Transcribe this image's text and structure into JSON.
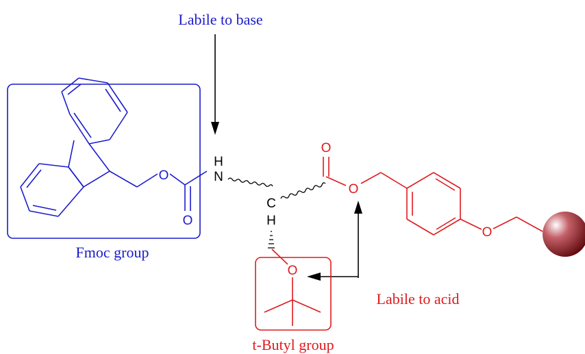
{
  "labels": {
    "labile_base": "Labile to base",
    "labile_acid": "Labile to acid",
    "fmoc": "Fmoc group",
    "tbutyl": "t-Butyl group"
  },
  "atoms": {
    "fmoc_ether_o": "O",
    "carbonyl_o": "O",
    "nh_h": "H",
    "nh_n": "N",
    "alpha_c": "C",
    "alpha_h": "H",
    "ester_carbonyl_o": "O",
    "ester_o": "O",
    "tbu_o": "O",
    "linker_o": "O"
  },
  "colors": {
    "fmoc": "#1a1acc",
    "acid_labile": "#e0191c",
    "backbone": "#000000",
    "resin": "#7a0c12"
  }
}
